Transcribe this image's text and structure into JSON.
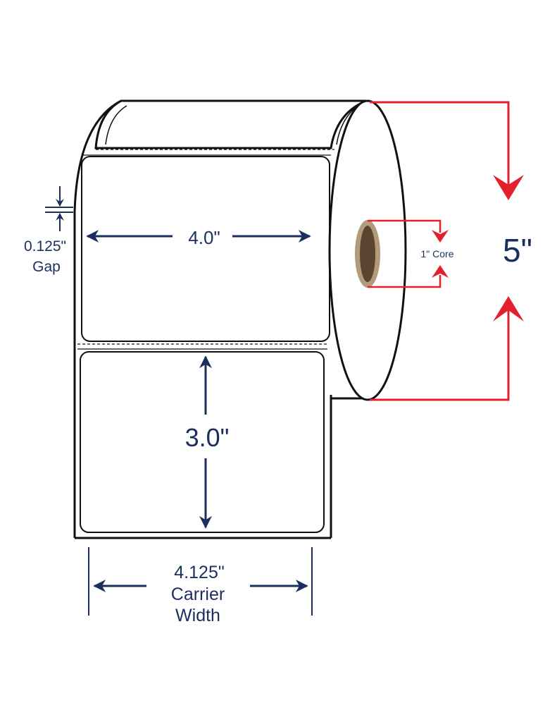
{
  "labels": {
    "gap_value": "0.125\"",
    "gap_word": "Gap",
    "label_width": "4.0\"",
    "label_height": "3.0\"",
    "carrier_value": "4.125\"",
    "carrier_word": "Carrier",
    "carrier_word2": "Width",
    "core": "1\" Core",
    "roll_diameter": "5\""
  },
  "colors": {
    "navy": "#1b2f5e",
    "red": "#e3202b",
    "outline": "#111111",
    "core_outer": "#b39a7a",
    "core_inner": "#5a4630"
  }
}
